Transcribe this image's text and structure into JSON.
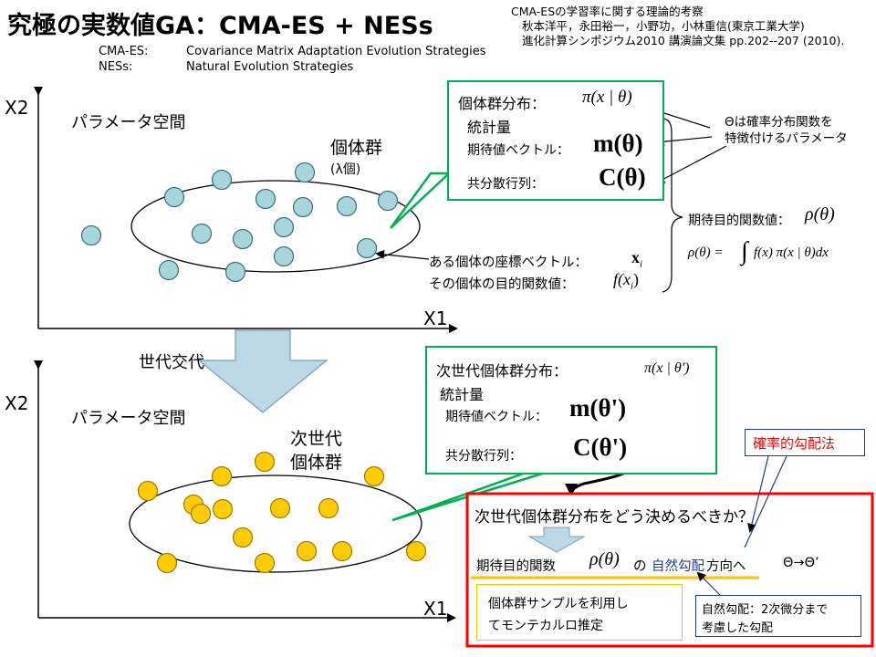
{
  "title": "究極の実数値GA：CMA-ES + NESs",
  "reference": {
    "line1": "CMA-ESの学習率に関する理論的考察",
    "line2": "秋本洋平，永田裕一，小野功，小林重信(東京工業大学)",
    "line3": "進化計算シンポジウム2010 講演論文集 pp.202--207 (2010)."
  },
  "abbreviations": [
    {
      "term": "CMA-ES:",
      "meaning": "Covariance Matrix Adaptation Evolution Strategies"
    },
    {
      "term": "NESs:",
      "meaning": "Natural Evolution Strategies"
    }
  ],
  "top_panel": {
    "y_axis": "X2",
    "x_axis": "X1",
    "space_label": "パラメータ空間",
    "population_label": "個体群",
    "population_count": "(λ個)",
    "individual_coord": "ある個体の座標ベクトル：",
    "individual_coord_sym": "x",
    "individual_coord_sub": "i",
    "individual_obj": "その個体の目的関数値：",
    "individual_obj_sym": "f(x",
    "individual_obj_sub": "i",
    "individual_obj_close": ")"
  },
  "dist_box": {
    "title": "個体群分布：",
    "title_formula": "π(x | θ)",
    "stats": "統計量",
    "mean_label": "期待値ベクトル：",
    "mean_formula": "m(θ)",
    "cov_label": "共分散行列：",
    "cov_formula": "C(θ)"
  },
  "theta_note": {
    "line1": "Θは確率分布関数を",
    "line2": "特徴付けるパラメータ"
  },
  "expected": {
    "label": "期待目的関数値：",
    "formula": "ρ(θ)",
    "integral_lhs": "ρ(θ) =",
    "integral_rhs": "f(x) π(x | θ)dx"
  },
  "generation_label": "世代交代",
  "bottom_panel": {
    "y_axis": "X2",
    "x_axis": "X1",
    "space_label": "パラメータ空間",
    "next_line1": "次世代",
    "next_line2": "個体群"
  },
  "next_dist_box": {
    "title": "次世代個体群分布：",
    "title_formula": "π(x | θ')",
    "stats": "統計量",
    "mean_label": "期待値ベクトル：",
    "mean_formula": "m(θ')",
    "cov_label": "共分散行列：",
    "cov_formula": "C(θ')"
  },
  "stochastic_label": "確率的勾配法",
  "question_box": {
    "question": "次世代個体群分布をどう決めるべきか？",
    "line_prefix": "期待目的関数",
    "line_formula": "ρ(θ)",
    "line_no": "の",
    "line_natural": "自然勾配",
    "line_suffix": "方向へ",
    "line_arrow": "Θ→Θ’",
    "mc_line1": "個体群サンプルを利用し",
    "mc_line2": "てモンテカルロ推定",
    "ng_line1": "自然勾配：2次微分まで",
    "ng_line2": "考慮した勾配"
  },
  "colors": {
    "green": "#00b050",
    "red": "#ff0000",
    "gold": "#ffc000",
    "blue_point": "#a6d5dc",
    "yellow_point": "#ffcc00",
    "navy": "#1f3a93",
    "arrow_fill": "#bcd7e6"
  }
}
